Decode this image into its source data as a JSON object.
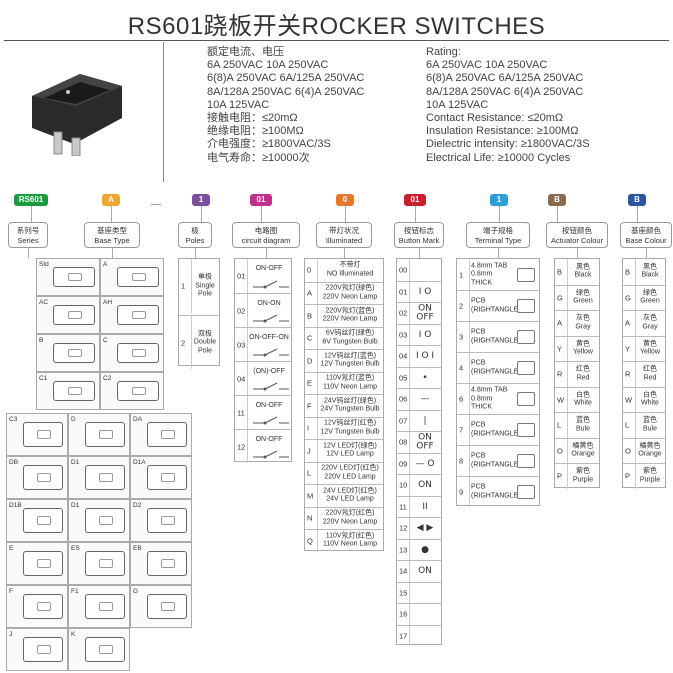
{
  "title": "RS601跷板开关ROCKER SWITCHES",
  "specs_cn": [
    "额定电流、电压",
    "6A 250VAC  10A 250VAC",
    "6(8)A 250VAC  6A/125A 250VAC",
    "8A/128A 250VAC  6(4)A 250VAC",
    "10A 125VAC",
    "接触电阻：≤20mΩ",
    "绝缘电阻：≥100MΩ",
    "介电强度：≥1800VAC/3S",
    "电气寿命：≥10000次"
  ],
  "specs_en": [
    "Rating:",
    "6A 250VAC  10A 250VAC",
    "6(8)A 250VAC  6A/125A 250VAC",
    "8A/128A 250VAC  6(4)A 250VAC",
    "10A 125VAC",
    "Contact Resistance: ≤20mΩ",
    "Insulation Resistance: ≥100MΩ",
    "Dielectric intensity: ≥1800VAC/3S",
    "Electrical Life: ≥10000 Cycles"
  ],
  "codes": [
    {
      "tag": "RS601",
      "color": "#1a9b3c",
      "cn": "系列号",
      "en": "Series"
    },
    {
      "tag": "A",
      "color": "#f2a431",
      "cn": "基座类型",
      "en": "Base Type"
    },
    {
      "tag": "1",
      "color": "#7a4fa0",
      "cn": "极",
      "en": "Poles"
    },
    {
      "tag": "01",
      "color": "#c2308c",
      "cn": "电路图",
      "en": "circuit diagram"
    },
    {
      "tag": "0",
      "color": "#e8772e",
      "cn": "带灯状况",
      "en": "Illuminated"
    },
    {
      "tag": "01",
      "color": "#c8202b",
      "cn": "按钮标志",
      "en": "Button Mark"
    },
    {
      "tag": "1",
      "color": "#2aa0d8",
      "cn": "端子规格",
      "en": "Terminal Type"
    },
    {
      "tag": "B",
      "color": "#8a6a4a",
      "cn": "按钮颜色",
      "en": "Actuator Colour"
    },
    {
      "tag": "B",
      "color": "#2a55a0",
      "cn": "基座颜色",
      "en": "Base Colour"
    }
  ],
  "dash": "—",
  "base_types_top": [
    "Std",
    "A",
    "AC",
    "AH",
    "B",
    "C",
    "C1",
    "C2"
  ],
  "base_types_bottom": [
    "C3",
    "D",
    "DA",
    "DB",
    "D1",
    "D1A",
    "D1B",
    "D1",
    "D2",
    "E",
    "ES",
    "EB",
    "F",
    "F1",
    "G",
    "J",
    "K"
  ],
  "poles": [
    {
      "code": "1",
      "cn": "单极",
      "en": "Single Pole"
    },
    {
      "code": "2",
      "cn": "双极",
      "en": "Double Pole"
    }
  ],
  "circuits": [
    {
      "code": "01",
      "label": "ON-OFF"
    },
    {
      "code": "02",
      "label": "ON-ON"
    },
    {
      "code": "03",
      "label": "ON-OFF-ON"
    },
    {
      "code": "04",
      "label": "(ON)-OFF"
    },
    {
      "code": "11",
      "label": "ON-OFF"
    },
    {
      "code": "12",
      "label": "ON-OFF"
    }
  ],
  "illuminated": [
    {
      "code": "0",
      "cn": "不带灯",
      "en": "NO Illuminated"
    },
    {
      "code": "A",
      "cn": "220V氖灯(绿色)",
      "en": "220V Neon Lamp"
    },
    {
      "code": "B",
      "cn": "220V氖灯(蓝色)",
      "en": "220V Neon Lamp"
    },
    {
      "code": "C",
      "cn": "6V钨丝灯(绿色)",
      "en": "6V Tungsten Bulb"
    },
    {
      "code": "D",
      "cn": "12V钨丝灯(蓝色)",
      "en": "12V Tungsten Bulb"
    },
    {
      "code": "E",
      "cn": "110V氖灯(蓝色)",
      "en": "110V Neon Lamp"
    },
    {
      "code": "F",
      "cn": "24V钨丝灯(绿色)",
      "en": "24V Tungsten Bulb"
    },
    {
      "code": "I",
      "cn": "12V钨丝灯(红色)",
      "en": "12V Tungsten Bulb"
    },
    {
      "code": "J",
      "cn": "12V LED灯(绿色)",
      "en": "12V LED Lamp"
    },
    {
      "code": "L",
      "cn": "220V LED灯(红色)",
      "en": "220V LED Lamp"
    },
    {
      "code": "M",
      "cn": "24V LED灯(红色)",
      "en": "24V LED Lamp"
    },
    {
      "code": "N",
      "cn": "220V氖灯(红色)",
      "en": "220V Neon Lamp"
    },
    {
      "code": "Q",
      "cn": "110V氖灯(红色)",
      "en": "110V Neon Lamp"
    }
  ],
  "button_marks": [
    {
      "code": "00",
      "mark": ""
    },
    {
      "code": "01",
      "mark": "I O"
    },
    {
      "code": "02",
      "mark": "ON OFF"
    },
    {
      "code": "03",
      "mark": "I O"
    },
    {
      "code": "04",
      "mark": "I O I"
    },
    {
      "code": "05",
      "mark": "•"
    },
    {
      "code": "06",
      "mark": "—"
    },
    {
      "code": "07",
      "mark": "|"
    },
    {
      "code": "08",
      "mark": "ON OFF"
    },
    {
      "code": "09",
      "mark": "— O"
    },
    {
      "code": "10",
      "mark": "ON"
    },
    {
      "code": "11",
      "mark": "II"
    },
    {
      "code": "12",
      "mark": "◀ ▶"
    },
    {
      "code": "13",
      "mark": "●"
    },
    {
      "code": "14",
      "mark": "ON"
    },
    {
      "code": "15",
      "mark": ""
    },
    {
      "code": "16",
      "mark": ""
    },
    {
      "code": "17",
      "mark": ""
    }
  ],
  "terminals": [
    {
      "code": "1",
      "line1": "4.8mm TAB",
      "line2": "0.8mm THICK"
    },
    {
      "code": "2",
      "line1": "PCB",
      "line2": "(RIGHTANGLE)"
    },
    {
      "code": "3",
      "line1": "PCB",
      "line2": "(RIGHTANGLE)"
    },
    {
      "code": "4",
      "line1": "PCB",
      "line2": "(RIGHTANGLE)"
    },
    {
      "code": "6",
      "line1": "4.8mm TAB",
      "line2": "0.8mm THICK"
    },
    {
      "code": "7",
      "line1": "PCB",
      "line2": "(RIGHTANGLE)"
    },
    {
      "code": "8",
      "line1": "PCB",
      "line2": "(RIGHTANGLE)"
    },
    {
      "code": "9",
      "line1": "PCB",
      "line2": "(RIGHTANGLE)"
    }
  ],
  "actuator_colours": [
    {
      "code": "B",
      "cn": "黑色",
      "en": "Black"
    },
    {
      "code": "G",
      "cn": "绿色",
      "en": "Green"
    },
    {
      "code": "A",
      "cn": "灰色",
      "en": "Gray"
    },
    {
      "code": "Y",
      "cn": "黄色",
      "en": "Yellow"
    },
    {
      "code": "R",
      "cn": "红色",
      "en": "Red"
    },
    {
      "code": "W",
      "cn": "白色",
      "en": "White"
    },
    {
      "code": "L",
      "cn": "蓝色",
      "en": "Bule"
    },
    {
      "code": "O",
      "cn": "橘黄色",
      "en": "Orange"
    },
    {
      "code": "P",
      "cn": "紫色",
      "en": "Purple"
    }
  ],
  "base_colours": [
    {
      "code": "B",
      "cn": "黑色",
      "en": "Black"
    },
    {
      "code": "G",
      "cn": "绿色",
      "en": "Green"
    },
    {
      "code": "A",
      "cn": "灰色",
      "en": "Gray"
    },
    {
      "code": "Y",
      "cn": "黄色",
      "en": "Yellow"
    },
    {
      "code": "R",
      "cn": "红色",
      "en": "Red"
    },
    {
      "code": "W",
      "cn": "白色",
      "en": "White"
    },
    {
      "code": "L",
      "cn": "蓝色",
      "en": "Bule"
    },
    {
      "code": "O",
      "cn": "橘黄色",
      "en": "Orange"
    },
    {
      "code": "P",
      "cn": "紫色",
      "en": "Purple"
    }
  ]
}
